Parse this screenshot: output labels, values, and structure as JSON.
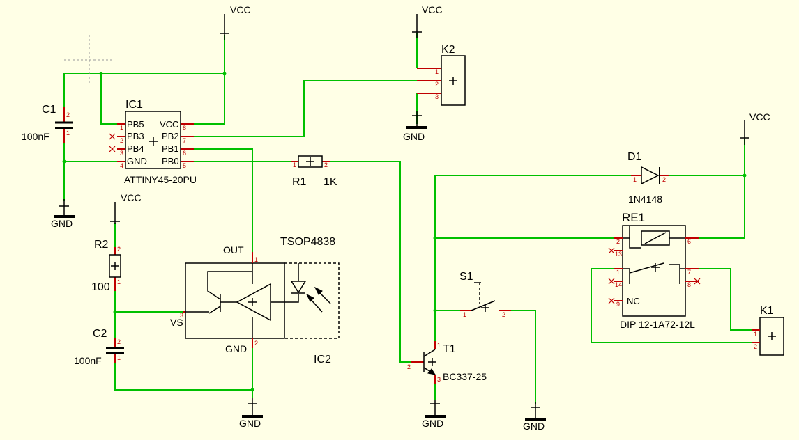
{
  "power": {
    "vcc": "VCC",
    "gnd": "GND"
  },
  "components": {
    "c1": {
      "ref": "C1",
      "value": "100nF",
      "pins": [
        "2",
        "1"
      ]
    },
    "ic1": {
      "ref": "IC1",
      "value": "ATTINY45-20PU",
      "left_pins": [
        "PB5",
        "PB3",
        "PB4",
        "GND"
      ],
      "right_pins": [
        "VCC",
        "PB2",
        "PB1",
        "PB0"
      ],
      "left_nums": [
        "1",
        "2",
        "3",
        "4"
      ],
      "right_nums": [
        "8",
        "7",
        "6",
        "5"
      ]
    },
    "k2": {
      "ref": "K2",
      "pins": [
        "1",
        "2",
        "3"
      ]
    },
    "r1": {
      "ref": "R1",
      "value": "1K",
      "pins": [
        "1",
        "2"
      ]
    },
    "r2": {
      "ref": "R2",
      "value": "100",
      "pins": [
        "2",
        "1"
      ]
    },
    "c2": {
      "ref": "C2",
      "value": "100nF",
      "pins": [
        "2",
        "1"
      ]
    },
    "ic2": {
      "ref": "IC2",
      "value": "TSOP4838",
      "out": "OUT",
      "vs": "VS",
      "gnd": "GND",
      "pins": [
        "1",
        "3",
        "2"
      ]
    },
    "d1": {
      "ref": "D1",
      "value": "1N4148",
      "pins": [
        "1",
        "2"
      ]
    },
    "re1": {
      "ref": "RE1",
      "value": "DIP 12-1A72-12L",
      "nc": "NC",
      "pins": [
        "2",
        "13",
        "1",
        "14",
        "9",
        "6",
        "7",
        "8"
      ]
    },
    "s1": {
      "ref": "S1",
      "pins": [
        "1",
        "2"
      ]
    },
    "t1": {
      "ref": "T1",
      "value": "BC337-25",
      "pins": [
        "1",
        "2",
        "3"
      ]
    },
    "k1": {
      "ref": "K1",
      "pins": [
        "1",
        "2"
      ]
    }
  }
}
